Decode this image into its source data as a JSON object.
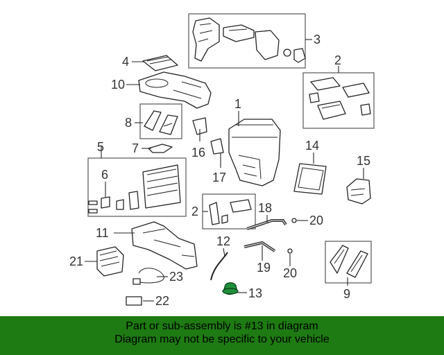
{
  "diagram": {
    "part_numbers": [
      "1",
      "2",
      "3",
      "4",
      "5",
      "6",
      "7",
      "8",
      "9",
      "10",
      "11",
      "12",
      "13",
      "14",
      "15",
      "16",
      "17",
      "18",
      "19",
      "20",
      "21",
      "22",
      "23"
    ],
    "second_labels": {
      "2": "2",
      "20": "20"
    },
    "highlighted_part": "13",
    "colors": {
      "highlight": "#1f8f3a",
      "banner_bg": "#1e7a12",
      "line": "#222222"
    }
  },
  "banner": {
    "line1": "Part or sub-assembly is #13 in diagram",
    "line2": "Diagram may not be specific to your vehicle"
  }
}
